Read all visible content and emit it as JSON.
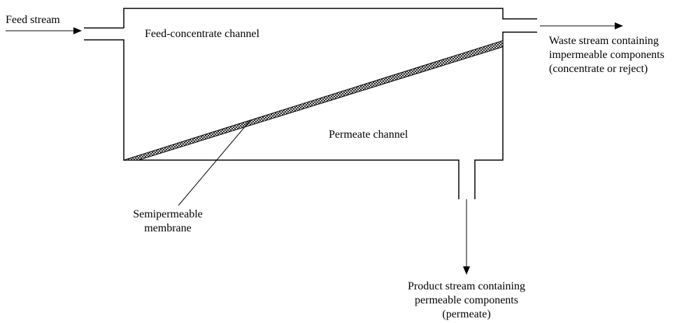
{
  "labels": {
    "feed_stream": "Feed stream",
    "feed_concentrate_channel": "Feed-concentrate channel",
    "permeate_channel": "Permeate channel",
    "waste_stream": [
      "Waste stream containing",
      "impermeable components",
      "(concentrate or reject)"
    ],
    "membrane": [
      "Semipermeable",
      "membrane"
    ],
    "product_stream": [
      "Product stream containing",
      "permeable components",
      "(permeate)"
    ]
  },
  "colors": {
    "stroke": "#000000",
    "background": "#ffffff"
  }
}
